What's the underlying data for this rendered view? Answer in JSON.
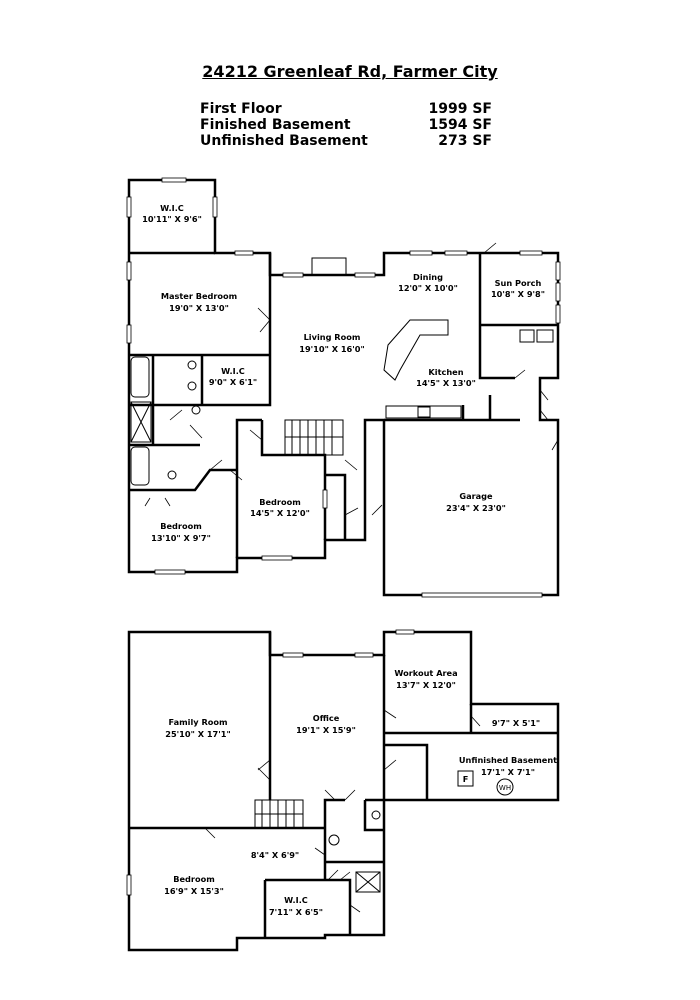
{
  "header": {
    "address": "24212 Greenleaf Rd, Farmer City",
    "areas": [
      {
        "label": "First Floor",
        "value": "1999 SF"
      },
      {
        "label": "Finished Basement",
        "value": "1594 SF"
      },
      {
        "label": "Unfinished Basement",
        "value": "273 SF"
      }
    ]
  },
  "first_floor": {
    "rooms": [
      {
        "name": "W.I.C",
        "dim": "10'11\" X 9'6\""
      },
      {
        "name": "Master Bedroom",
        "dim": "19'0\" X 13'0\""
      },
      {
        "name": "W.I.C",
        "dim": "9'0\" X 6'1\""
      },
      {
        "name": "Living Room",
        "dim": "19'10\" X 16'0\""
      },
      {
        "name": "Dining",
        "dim": "12'0\" X 10'0\""
      },
      {
        "name": "Sun Porch",
        "dim": "10'8\" X 9'8\""
      },
      {
        "name": "Kitchen",
        "dim": "14'5\" X 13'0\""
      },
      {
        "name": "Bedroom",
        "dim": "14'5\" X 12'0\""
      },
      {
        "name": "Bedroom",
        "dim": "13'10\" X 9'7\""
      },
      {
        "name": "Garage",
        "dim": "23'4\" X 23'0\""
      }
    ]
  },
  "basement": {
    "rooms": [
      {
        "name": "Family Room",
        "dim": "25'10\" X 17'1\""
      },
      {
        "name": "Office",
        "dim": "19'1\" X 15'9\""
      },
      {
        "name": "Workout Area",
        "dim": "13'7\" X 12'0\""
      },
      {
        "name": "",
        "dim": "9'7\" X 5'1\""
      },
      {
        "name": "Unfinished Basement",
        "dim": "17'1\" X 7'1\""
      },
      {
        "name": "",
        "dim": "8'4\" X 6'9\""
      },
      {
        "name": "Bedroom",
        "dim": "16'9\" X 15'3\""
      },
      {
        "name": "W.I.C",
        "dim": "7'11\" X 6'5\""
      }
    ],
    "symbols": {
      "furnace": "F",
      "water_heater": "WH"
    }
  }
}
